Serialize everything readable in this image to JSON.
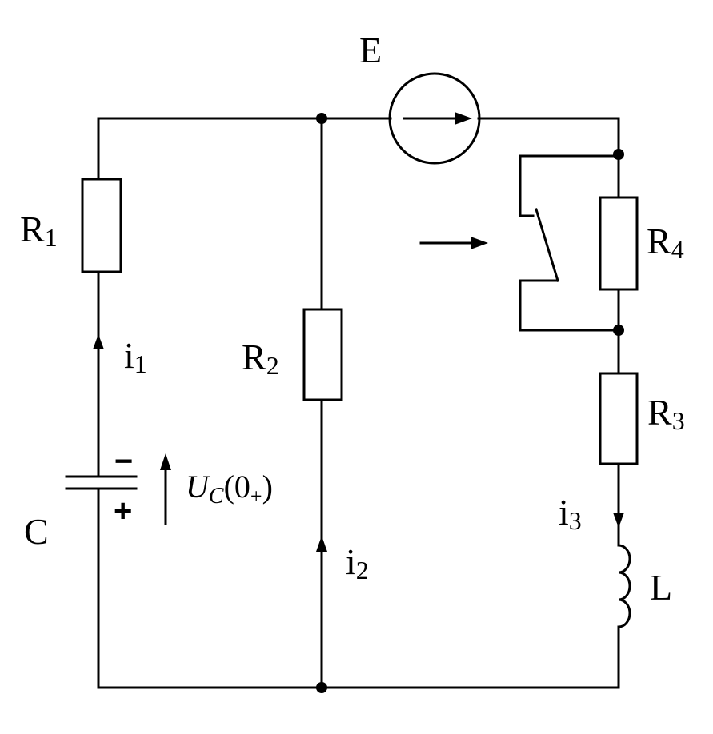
{
  "labels": {
    "source": "E",
    "r1": {
      "main": "R",
      "sub": "1"
    },
    "r2": {
      "main": "R",
      "sub": "2"
    },
    "r3": {
      "main": "R",
      "sub": "3"
    },
    "r4": {
      "main": "R",
      "sub": "4"
    },
    "capacitor": "C",
    "inductor": "L",
    "i1": {
      "main": "i",
      "sub": "1"
    },
    "i2": {
      "main": "i",
      "sub": "2"
    },
    "i3": {
      "main": "i",
      "sub": "3"
    },
    "uc": {
      "main": "U",
      "sub": "C",
      "rest_open": "(0",
      "rest_sub": "+",
      "rest_close": ")"
    },
    "cap_minus": "−",
    "cap_plus": "+"
  }
}
